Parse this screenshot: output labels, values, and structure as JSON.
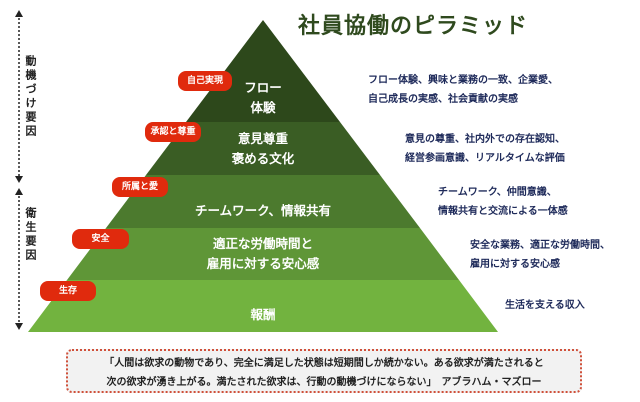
{
  "title": "社員協働のピラミッド",
  "axis": {
    "motivation": "動機づけ要因",
    "hygiene": "衛生要因"
  },
  "colors": {
    "layer1": "#2d481b",
    "layer2": "#3a5d24",
    "layer3": "#4c7a2e",
    "layer4": "#5f9637",
    "layer5": "#72b33f",
    "badge": "#e02a0d"
  },
  "layers": [
    {
      "badge": "自己実現",
      "line1": "フロー",
      "line2": "体験",
      "desc1": "フロー体験、興味と業務の一致、企業愛、",
      "desc2": "自己成長の実感、社会貢献の実感"
    },
    {
      "badge": "承認と尊重",
      "line1": "意見尊重",
      "line2": "褒める文化",
      "desc1": "意見の尊重、社内外での存在認知、",
      "desc2": "経営参画意識、リアルタイムな評価"
    },
    {
      "badge": "所属と愛",
      "line1": "チームワーク、情報共有",
      "desc1": "チームワーク、仲間意識、",
      "desc2": "情報共有と交流による一体感"
    },
    {
      "badge": "安全",
      "line1": "適正な労働時間と",
      "line2": "雇用に対する安心感",
      "desc1": "安全な業務、適正な労働時間、",
      "desc2": "雇用に対する安心感"
    },
    {
      "badge": "生存",
      "line1": "報酬",
      "desc1": "生活を支える収入"
    }
  ],
  "quote": {
    "line1": "「人間は欲求の動物であり、完全に満足した状態は短期間しか続かない。ある欲求が満たされると",
    "line2": "次の欲求が湧き上がる。満たされた欲求は、行動の動機づけにならない」　アブラハム・マズロー"
  }
}
